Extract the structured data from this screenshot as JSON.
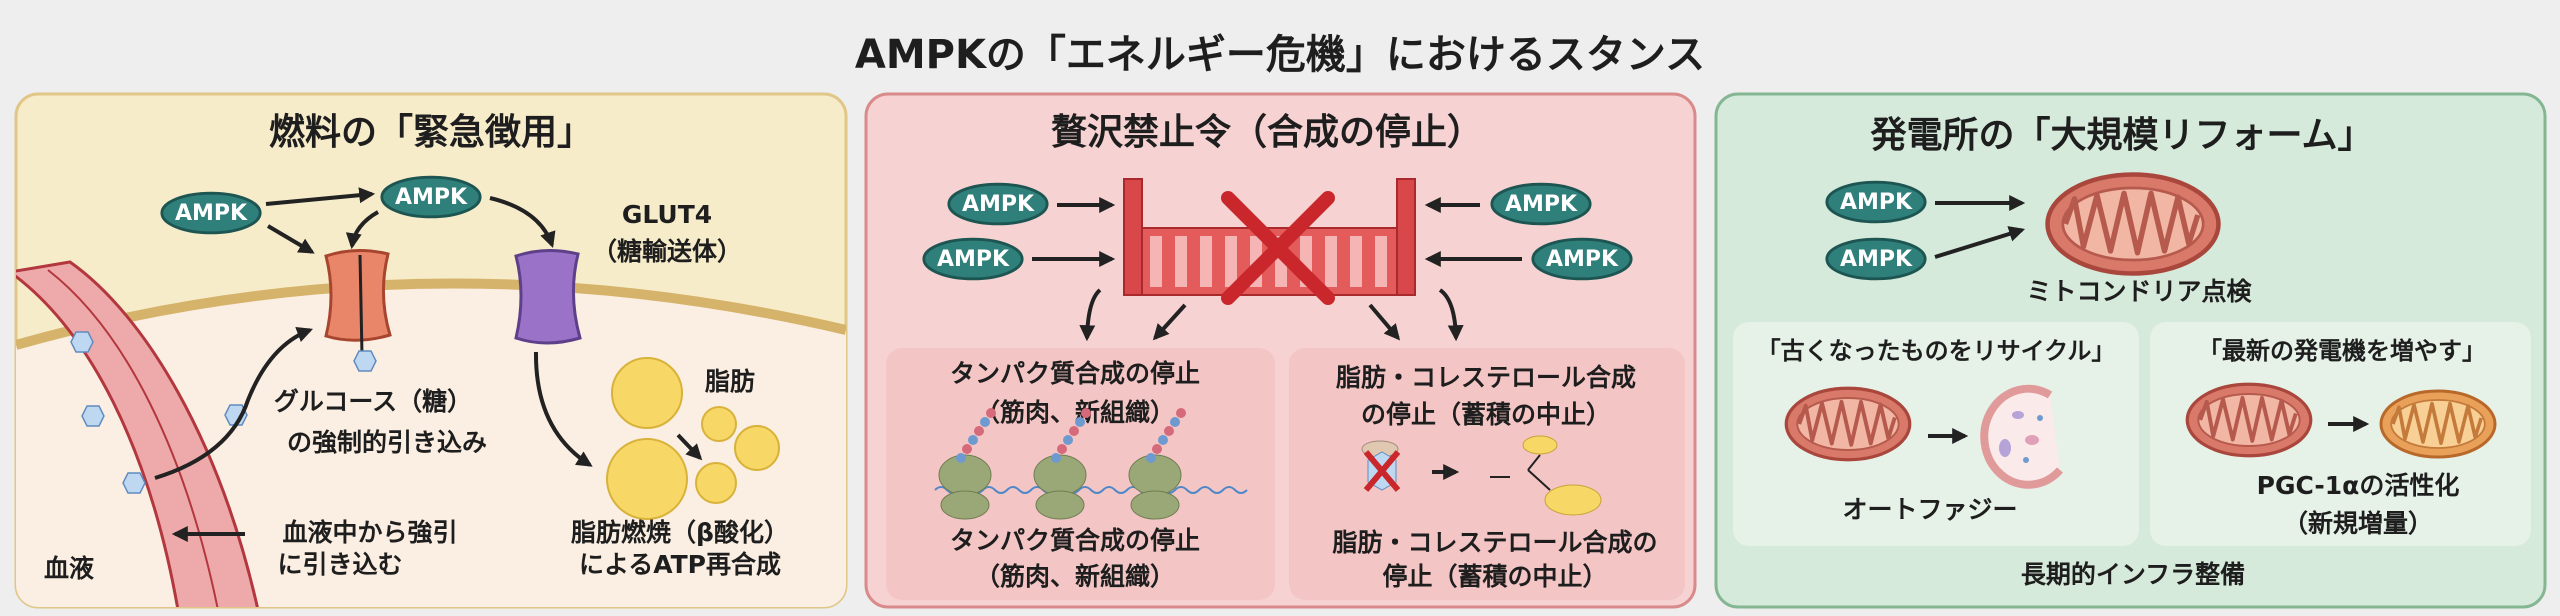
{
  "title": "AMPKの「エネルギー危機」におけるスタンス",
  "colors": {
    "background": "#eeeeee",
    "panel_fuel": "#f7ecca",
    "panel_ban": "#f6d2d2",
    "panel_reform": "#d6eadb",
    "ampk": "#2f7f7a",
    "mito": "#d9796a",
    "gate": "#d8484a"
  },
  "ampk_label": "AMPK",
  "panel_fuel": {
    "title": "燃料の「緊急徴用」",
    "glut4": "GLUT4",
    "glut4_sub": "（糖輸送体）",
    "glucose_line1": "グルコース（糖）",
    "glucose_line2": "の強制的引き込み",
    "blood_line1": "血液中から強引",
    "blood_line2": "に引き込む",
    "blood": "血液",
    "fat": "脂肪",
    "burn_line1": "脂肪燃焼（β酸化）",
    "burn_line2": "によるATP再合成"
  },
  "panel_ban": {
    "title": "贅沢禁止令（合成の停止）",
    "protein": {
      "line1": "タンパク質合成の停止",
      "line2": "（筋肉、新組織）",
      "line3": "タンパク質合成の停止",
      "line4": "（筋肉、新組織）"
    },
    "lipid": {
      "line1": "脂肪・コレステロール合成",
      "line2": "の停止（蓄積の中止）",
      "line3": "脂肪・コレステロール合成の",
      "line4": "停止（蓄積の中止）"
    }
  },
  "panel_reform": {
    "title": "発電所の「大規模リフォーム」",
    "inspect": "ミトコンドリア点検",
    "recycle_title": "「古くなったものをリサイクル」",
    "autophagy": "オートファジー",
    "new_title": "「最新の発電機を増やす」",
    "pgc_line1": "PGC-1αの活性化",
    "pgc_line2": "（新規増量）",
    "footer": "長期的インフラ整備"
  }
}
